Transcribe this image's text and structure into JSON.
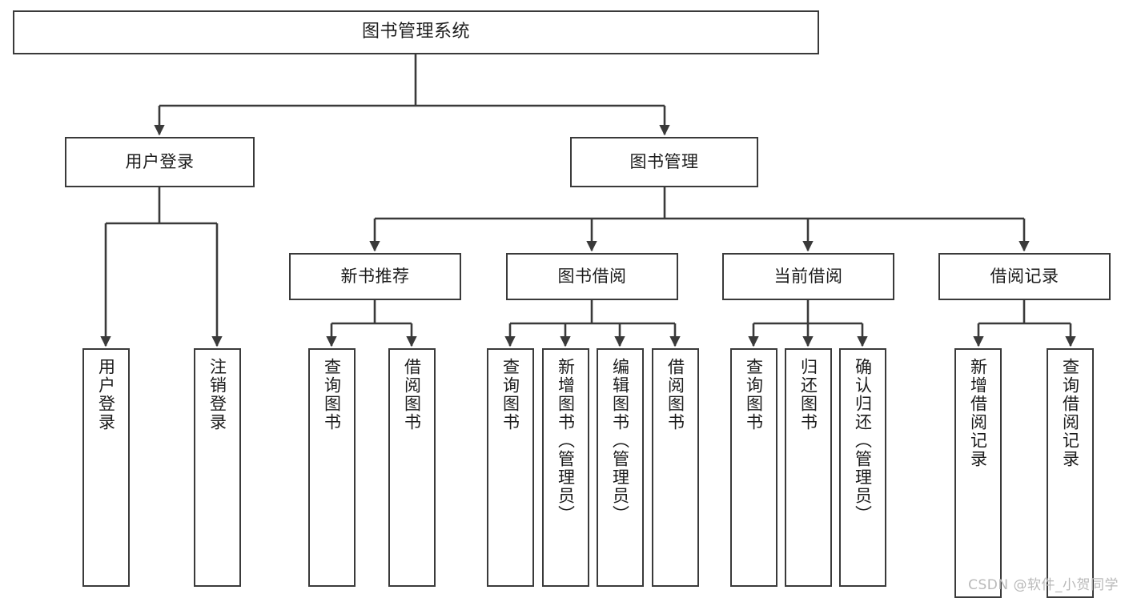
{
  "diagram": {
    "title": "图书管理系统",
    "type": "tree",
    "watermark": "CSDN @软件_小贺同学",
    "colors": {
      "box_border": "#3a3a3a",
      "box_fill": "#ffffff",
      "connector": "#3a3a3a",
      "text": "#1c1c1c",
      "watermark": "#b9b9b9",
      "background": "#ffffff"
    },
    "root": {
      "label": "图书管理系统"
    },
    "level1": [
      {
        "label": "用户登录"
      },
      {
        "label": "图书管理"
      }
    ],
    "level2": [
      {
        "label": "新书推荐"
      },
      {
        "label": "图书借阅"
      },
      {
        "label": "当前借阅"
      },
      {
        "label": "借阅记录"
      }
    ],
    "leaves": {
      "user_login": [
        {
          "label": "用户登录"
        },
        {
          "label": "注销登录"
        }
      ],
      "new_book_recommend": [
        {
          "label": "查询图书"
        },
        {
          "label": "借阅图书"
        }
      ],
      "book_borrow": [
        {
          "label": "查询图书"
        },
        {
          "label": "新增图书（管理员）"
        },
        {
          "label": "编辑图书（管理员）"
        },
        {
          "label": "借阅图书"
        }
      ],
      "current_borrow": [
        {
          "label": "查询图书"
        },
        {
          "label": "归还图书"
        },
        {
          "label": "确认归还（管理员）"
        }
      ],
      "borrow_record": [
        {
          "label": "新增借阅记录"
        },
        {
          "label": "查询借阅记录"
        }
      ]
    }
  }
}
